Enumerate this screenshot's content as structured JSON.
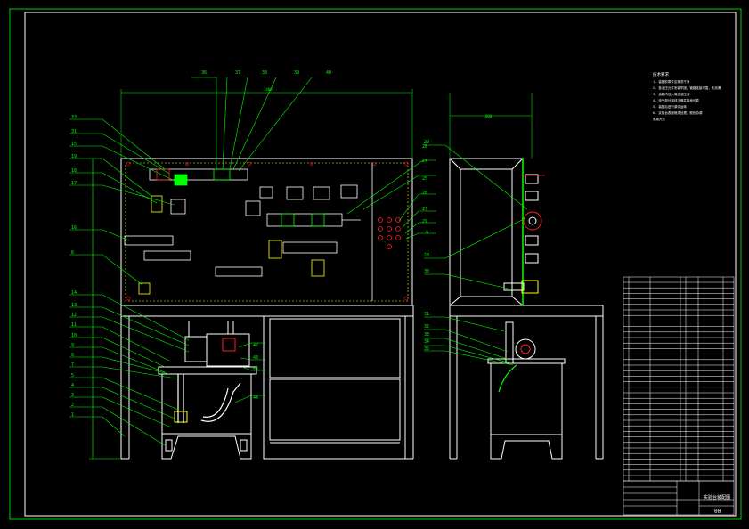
{
  "drawing": {
    "callouts_left": [
      "33",
      "31",
      "15",
      "19",
      "18",
      "17",
      "16",
      "6",
      "14",
      "13",
      "12",
      "11",
      "10",
      "9",
      "8",
      "7",
      "5",
      "4",
      "3",
      "2",
      "1"
    ],
    "callouts_top": [
      "36",
      "37",
      "38",
      "39",
      "40"
    ],
    "callouts_mid": [
      "26",
      "24",
      "25",
      "28",
      "27",
      "29",
      "A"
    ],
    "callouts_motor": [
      "42",
      "43",
      "45",
      "44"
    ],
    "callouts_side": [
      "29",
      "28",
      "30",
      "31",
      "32",
      "33",
      "34",
      "35"
    ],
    "dim_front": "1400",
    "dim_side": "600",
    "notes_title": "技术要求",
    "notes": [
      "1. 装配前零件应清洗干净",
      "2. 各液压元件安装牢固，管路连接可靠，无渗漏",
      "3. 油箱内注入清洁液压油",
      "4. 电气部分接线正确并接地可靠",
      "5. 装配后进行调试运转",
      "6. 实验台表面喷漆处理，颜色协调",
      "美观大方"
    ],
    "title_block": {
      "name": "实验台装配图",
      "number": "00"
    },
    "colors": {
      "line": "#ffffff",
      "green": "#00ff00",
      "yellow": "#ffff00",
      "red": "#ff2020",
      "magenta": "#ff00ff",
      "border": "#00ff00"
    }
  }
}
